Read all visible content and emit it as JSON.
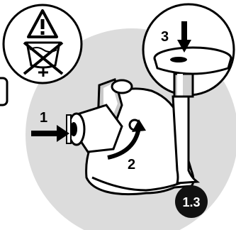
{
  "steps": {
    "step1": "1",
    "step2": "2",
    "step3": "3"
  },
  "figure_badge": "1.3",
  "icons": {
    "warning": "warning-triangle-icon",
    "no_wash": "crossed-out-wash-icon",
    "push_arrow": "arrow-right-icon",
    "rotate_arrow": "curved-arrow-icon",
    "press_arrow": "arrow-down-icon"
  },
  "colors": {
    "background_disc": "#d9d9d9",
    "line": "#000000",
    "badge": "#111111"
  }
}
